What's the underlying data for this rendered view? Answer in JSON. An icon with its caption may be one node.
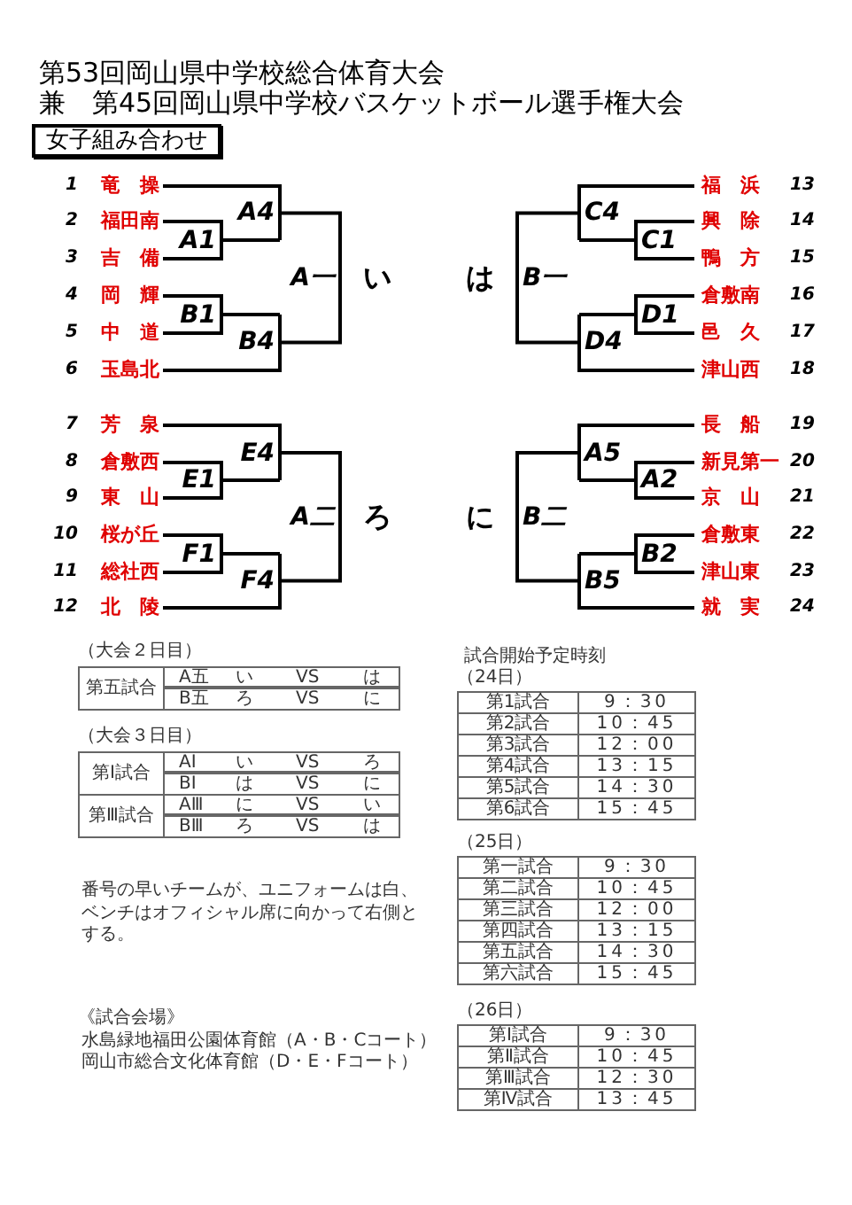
{
  "diagram": {
    "title": "第53回岡山県中学校総合体育大会",
    "nodes": [
      {
        "text": [
          "女子組み合わせ"
        ]
      }
    ],
    "labels": [
      "兼　第45回岡山県中学校バスケットボール選手権大会",
      "1",
      "竜　操",
      "2",
      "福田南",
      "3",
      "吉　備",
      "4",
      "岡　輝",
      "5",
      "中　道",
      "6",
      "玉島北",
      "7",
      "芳　泉",
      "8",
      "倉敷西",
      "9",
      "東　山",
      "10",
      "桜が丘",
      "11",
      "総社西",
      "12",
      "北　陵",
      "福　浜",
      "13",
      "興　除",
      "14",
      "鴨　方",
      "15",
      "倉敷南",
      "16",
      "邑　久",
      "17",
      "津山西",
      "18",
      "長　船",
      "19",
      "新見第一",
      "20",
      "京　山",
      "21",
      "倉敷東",
      "22",
      "津山東",
      "23",
      "就　実",
      "24",
      "A4",
      "A1",
      "B1",
      "B4",
      "A一",
      "い",
      "E4",
      "E1",
      "F1",
      "F4",
      "A二",
      "ろ",
      "C4",
      "C1",
      "D1",
      "D4",
      "は",
      "B一",
      "A5",
      "A2",
      "B2",
      "B5",
      "に",
      "B二",
      "（大会２日目）",
      "第五試合",
      "A五",
      "い",
      "VS",
      "は",
      "B五",
      "ろ",
      "VS",
      "に",
      "（大会３日目）",
      "第Ⅰ試合",
      "AⅠ",
      "い",
      "VS",
      "ろ",
      "BⅠ",
      "は",
      "VS",
      "に",
      "第Ⅲ試合",
      "AⅢ",
      "に",
      "VS",
      "い",
      "BⅢ",
      "ろ",
      "VS",
      "は",
      "番号の早いチームが、ユニフォームは白、ベンチはオフィシャル席に向かって右側とする。",
      "《試合会場》",
      "水島緑地福田公園体育館（A・B・Cコート）",
      "岡山市総合文化体育館（D・E・Fコート）",
      "試合開始予定時刻",
      "（24日）",
      "第1試合",
      "9：30",
      "第2試合",
      "10：45",
      "第3試合",
      "12：00",
      "第4試合",
      "13：15",
      "第5試合",
      "14：30",
      "第6試合",
      "15：45",
      "（25日）",
      "第一試合",
      "9：30",
      "第二試合",
      "10：45",
      "第三試合",
      "12：00",
      "第四試合",
      "13：15",
      "第五試合",
      "14：30",
      "第六試合",
      "15：45",
      "（26日）",
      "第Ⅰ試合",
      "9：30",
      "第Ⅱ試合",
      "10：45",
      "第Ⅲ試合",
      "12：30",
      "第Ⅳ試合",
      "13：45"
    ]
  }
}
